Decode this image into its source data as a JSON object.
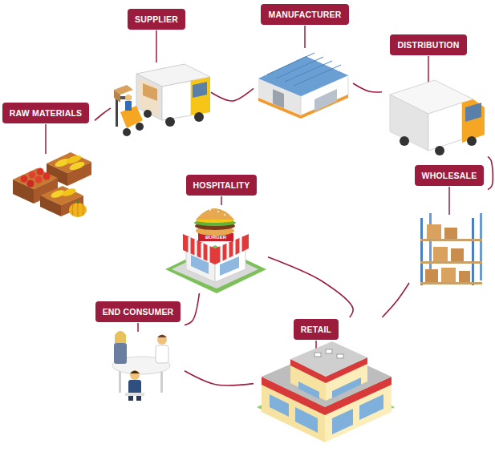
{
  "diagram": {
    "nodes": [
      {
        "text": [
          "RAW MATERIALS"
        ]
      },
      {
        "text": [
          "SUPPLIER"
        ]
      },
      {
        "text": [
          "MANUFACTURER"
        ]
      },
      {
        "text": [
          "DISTRIBUTION"
        ]
      },
      {
        "text": [
          "WHOLESALE"
        ]
      },
      {
        "text": [
          "HOSPITALITY"
        ]
      },
      {
        "text": [
          "END CONSUMER"
        ]
      },
      {
        "text": [
          "RETAIL"
        ]
      }
    ],
    "edges": [
      {
        "from": 0,
        "to": 1,
        "arrow": "none"
      },
      {
        "from": 1,
        "to": 2,
        "arrow": "none"
      },
      {
        "from": 2,
        "to": 3,
        "arrow": "none"
      },
      {
        "from": 3,
        "to": 4,
        "arrow": "none"
      },
      {
        "from": 4,
        "to": 7,
        "arrow": "none"
      },
      {
        "from": 5,
        "to": 7,
        "arrow": "none"
      },
      {
        "from": 5,
        "to": 6,
        "arrow": "none"
      },
      {
        "from": 6,
        "to": 7,
        "arrow": "none"
      }
    ],
    "labels": [
      "BURGER"
    ]
  }
}
